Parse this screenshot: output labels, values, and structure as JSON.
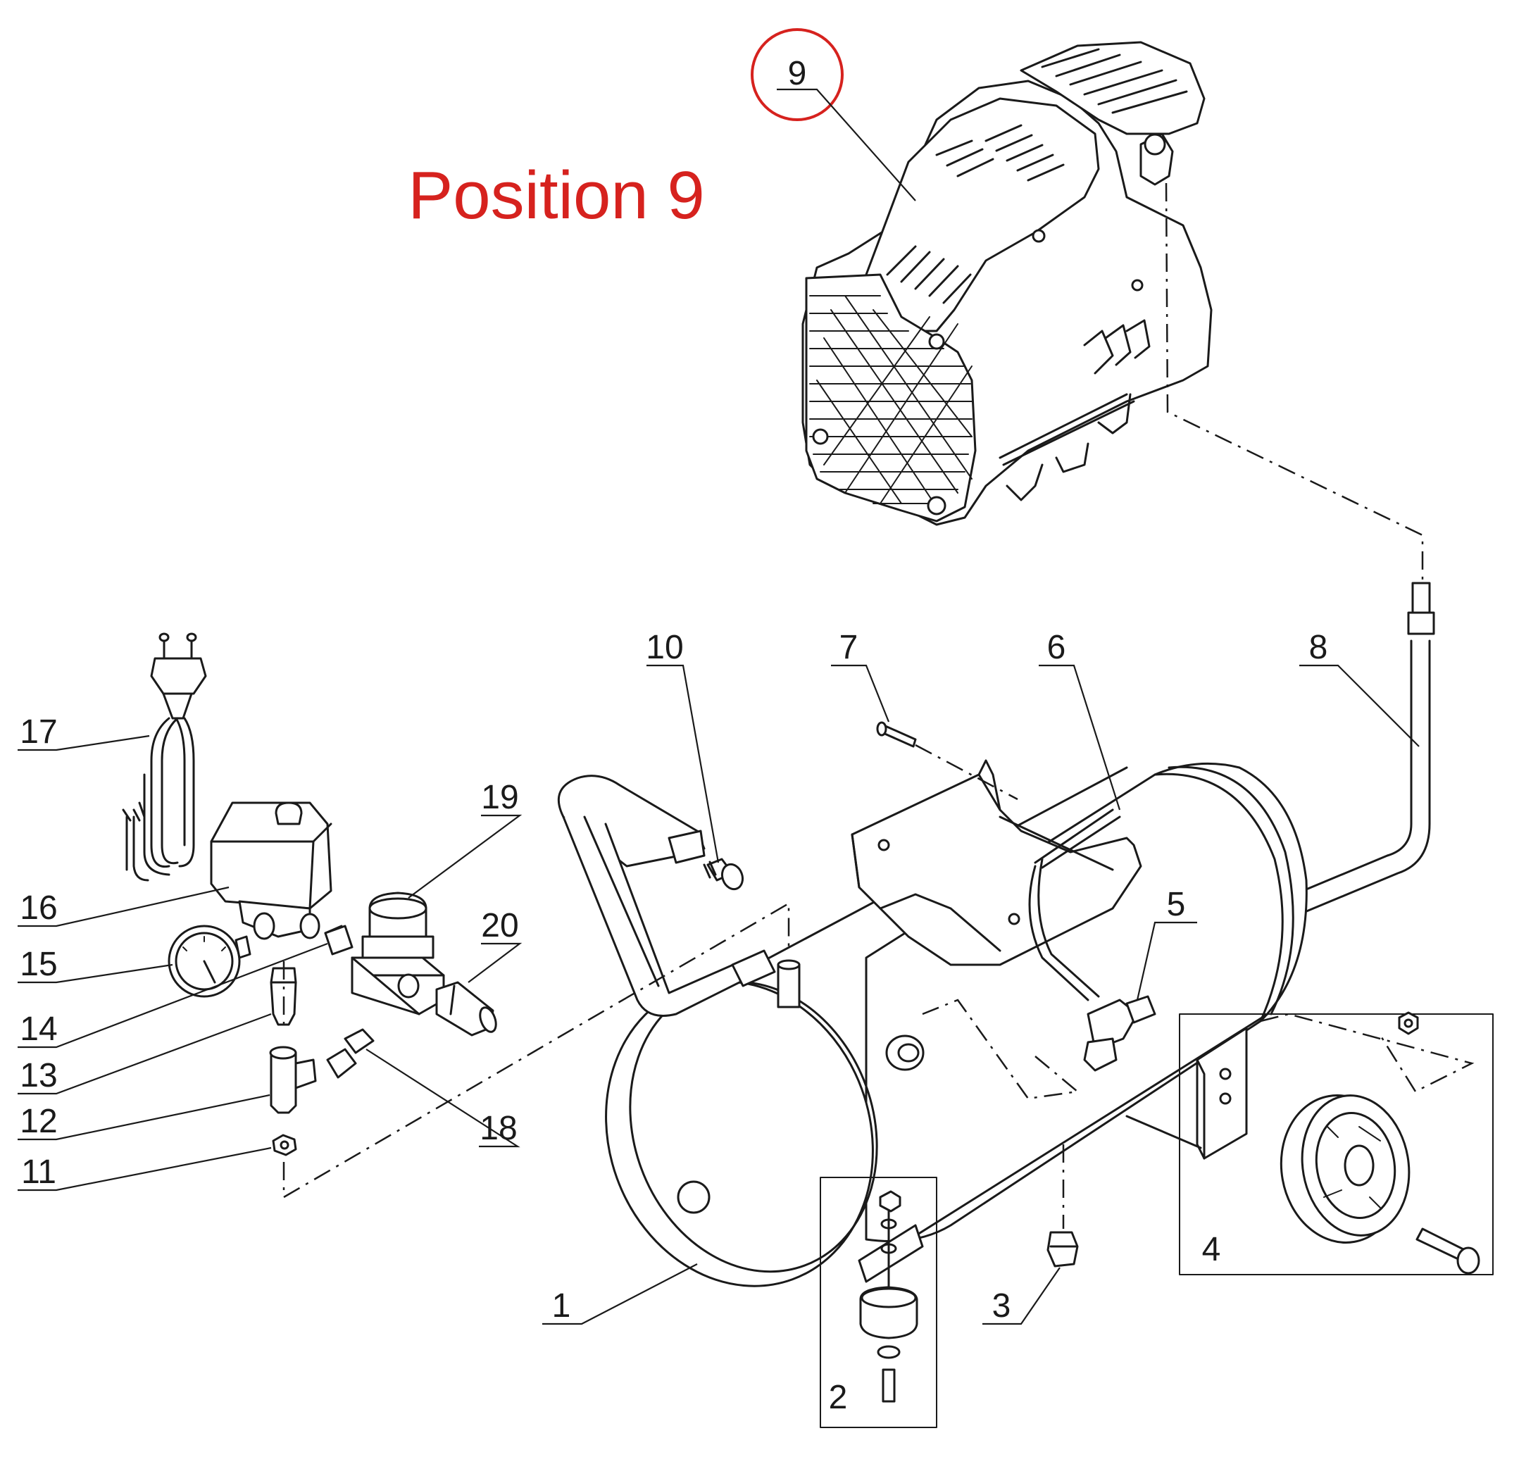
{
  "diagram": {
    "position_label": "Position 9",
    "highlight_color": "#d6221e",
    "line_color": "#1a1a1a",
    "highlighted_part": "9",
    "callouts": [
      {
        "id": "c1",
        "label": "1"
      },
      {
        "id": "c2",
        "label": "2"
      },
      {
        "id": "c3",
        "label": "3"
      },
      {
        "id": "c4",
        "label": "4"
      },
      {
        "id": "c5",
        "label": "5"
      },
      {
        "id": "c6",
        "label": "6"
      },
      {
        "id": "c7",
        "label": "7"
      },
      {
        "id": "c8",
        "label": "8"
      },
      {
        "id": "c9",
        "label": "9"
      },
      {
        "id": "c10",
        "label": "10"
      },
      {
        "id": "c11",
        "label": "11"
      },
      {
        "id": "c12",
        "label": "12"
      },
      {
        "id": "c13",
        "label": "13"
      },
      {
        "id": "c14",
        "label": "14"
      },
      {
        "id": "c15",
        "label": "15"
      },
      {
        "id": "c16",
        "label": "16"
      },
      {
        "id": "c17",
        "label": "17"
      },
      {
        "id": "c18",
        "label": "18"
      },
      {
        "id": "c19",
        "label": "19"
      },
      {
        "id": "c20",
        "label": "20"
      }
    ]
  }
}
